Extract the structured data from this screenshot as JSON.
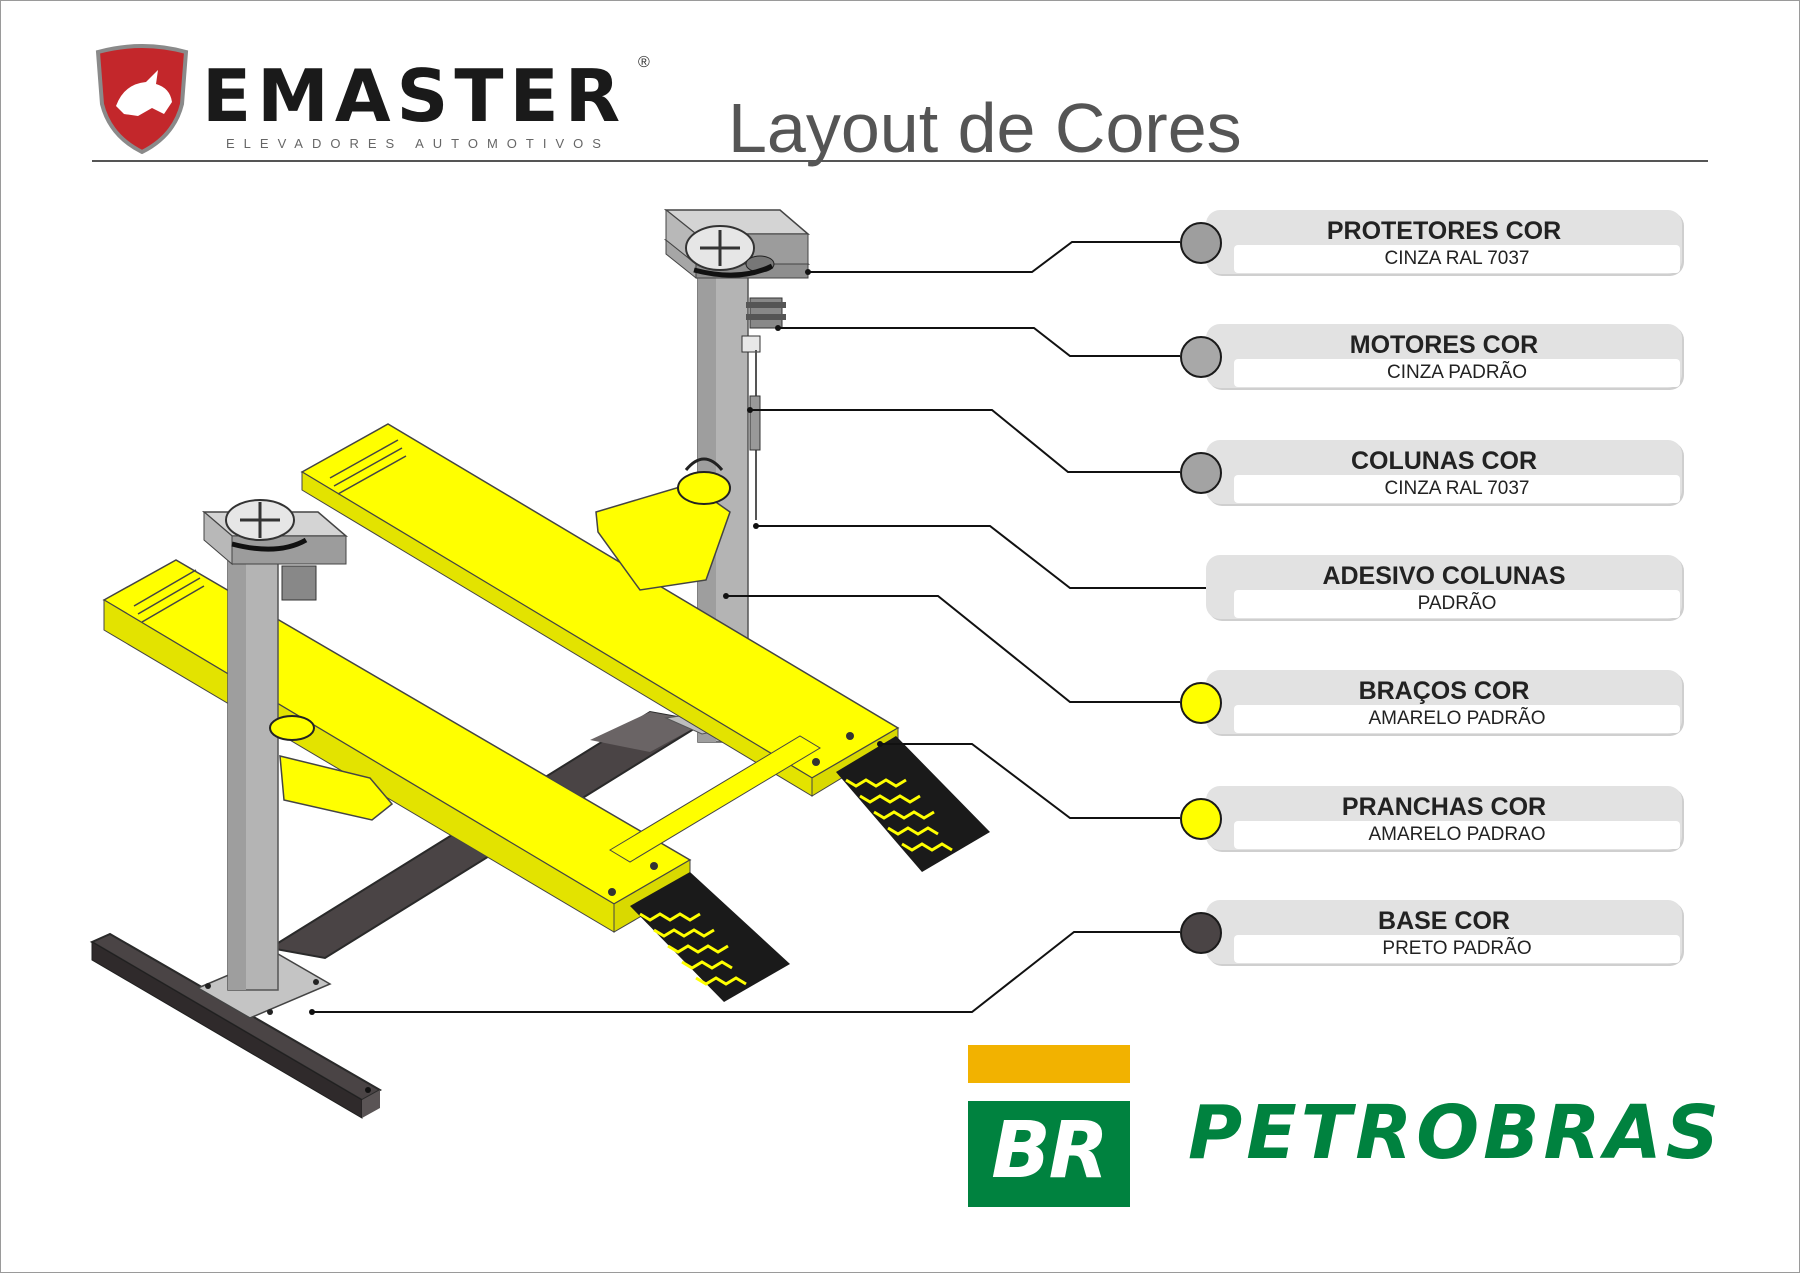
{
  "header": {
    "logo_word": "EMASTER",
    "logo_reg": "®",
    "logo_subtitle": "ELEVADORES AUTOMOTIVOS",
    "title": "Layout de Cores"
  },
  "legend": [
    {
      "title": "PROTETORES COR",
      "value": "CINZA RAL 7037",
      "swatch": "#9e9e9e"
    },
    {
      "title": "MOTORES COR",
      "value": "CINZA PADRÃO",
      "swatch": "#a8a8a8"
    },
    {
      "title": "COLUNAS COR",
      "value": "CINZA RAL 7037",
      "swatch": "#a3a3a3"
    },
    {
      "title": "ADESIVO COLUNAS",
      "value": "PADRÃO",
      "swatch": null
    },
    {
      "title": "BRAÇOS COR",
      "value": "AMARELO PADRÃO",
      "swatch": "#ffff00"
    },
    {
      "title": "PRANCHAS COR",
      "value": "AMARELO PADRAO",
      "swatch": "#ffff00"
    },
    {
      "title": "BASE  COR",
      "value": "PRETO PADRÃO",
      "swatch": "#4a4445"
    }
  ],
  "colors": {
    "yellow": "#ffff00",
    "gray": "#a3a3a3",
    "base": "#4a4445",
    "petrobras_green": "#00823f",
    "petrobras_yellow": "#f2b200",
    "emaster_red": "#c3272b"
  },
  "footer": {
    "br_logo": "BR",
    "brand": "PETROBRAS"
  }
}
